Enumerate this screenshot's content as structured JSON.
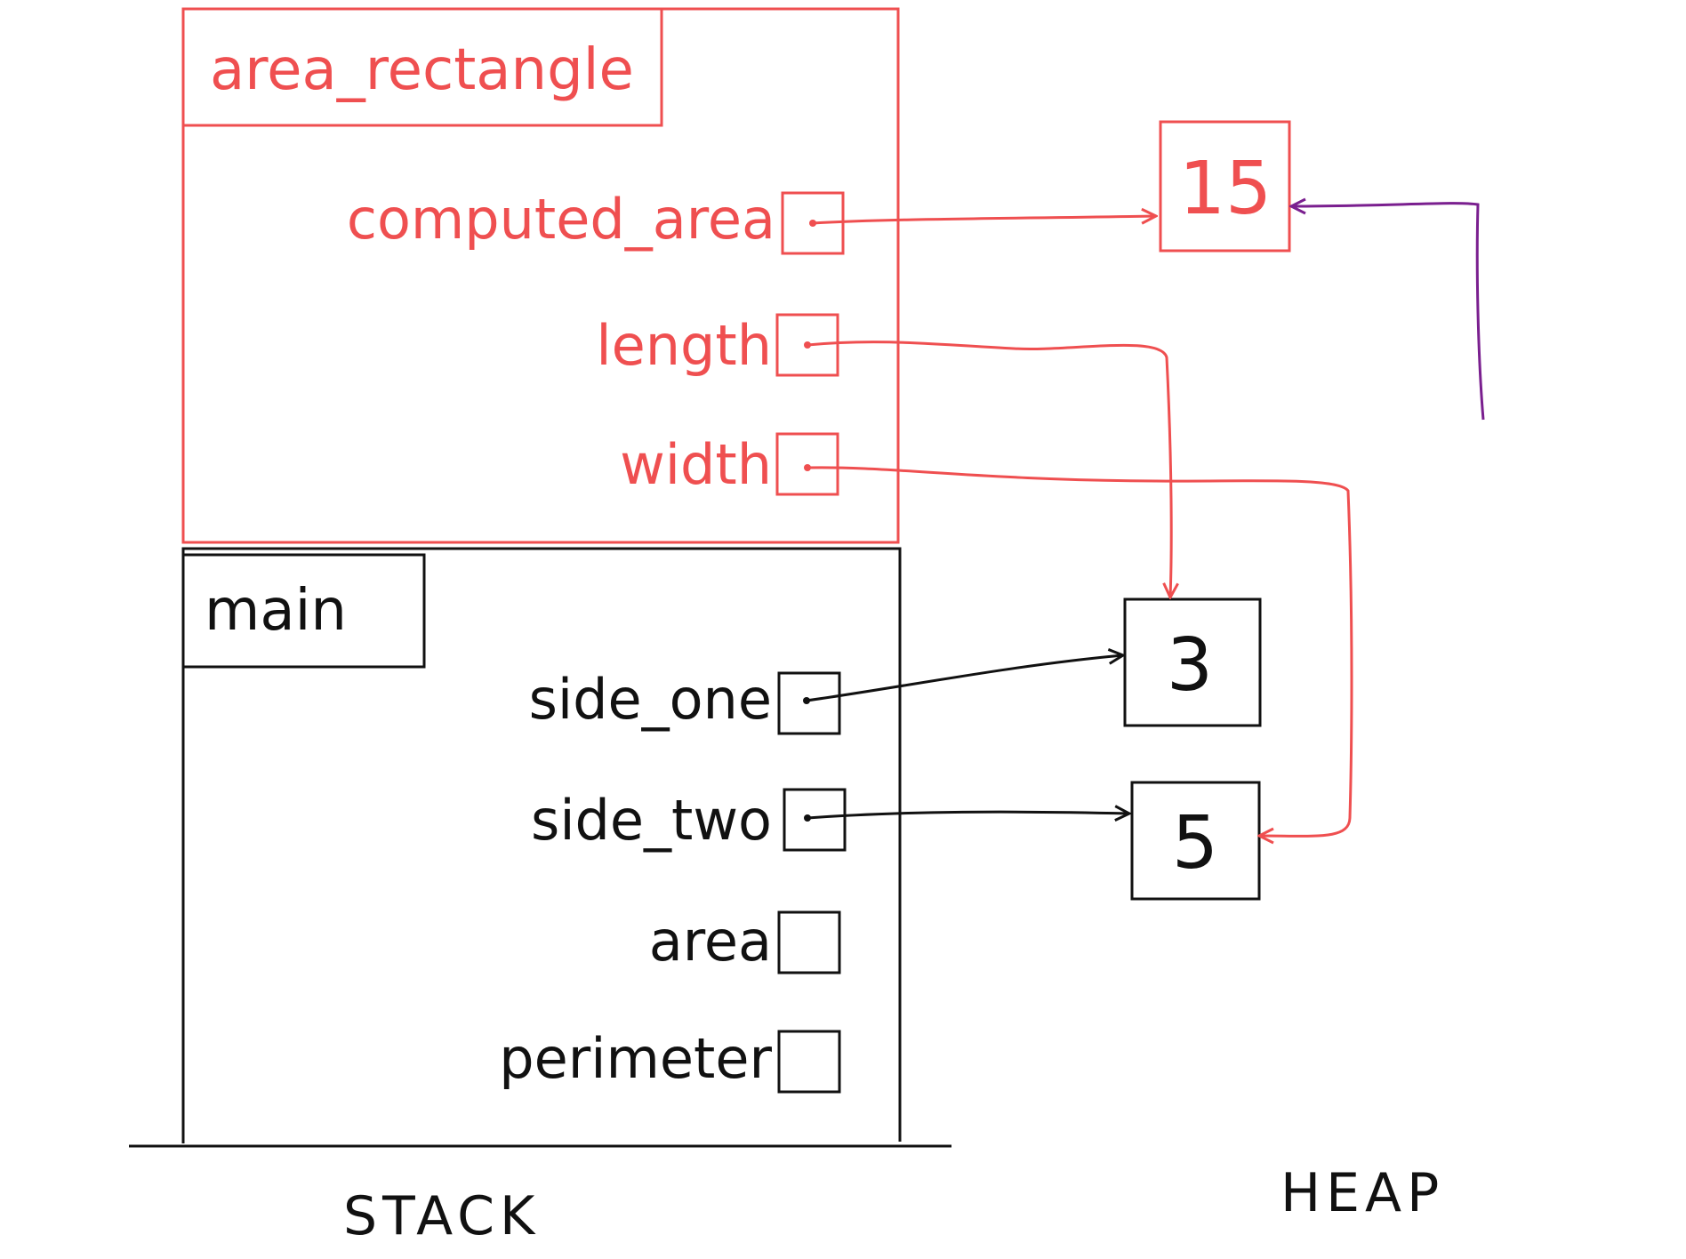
{
  "colors": {
    "active_frame": "#ef4f50",
    "main_frame": "#111111",
    "purple_arrow": "#7a1f8f",
    "background": "#ffffff"
  },
  "frames": {
    "area_rectangle": {
      "title": "area_rectangle",
      "vars": [
        "computed_area",
        "length",
        "width"
      ]
    },
    "main": {
      "title": "main",
      "vars": [
        "side_one",
        "side_two",
        "area",
        "perimeter"
      ]
    }
  },
  "heap": {
    "values": [
      "15",
      "3",
      "5"
    ]
  },
  "labels": {
    "stack": "STACK",
    "heap": "HEAP"
  },
  "icons": {
    "pointer_dot": "pointer-dot-icon",
    "arrow_head": "arrow-head-icon"
  }
}
